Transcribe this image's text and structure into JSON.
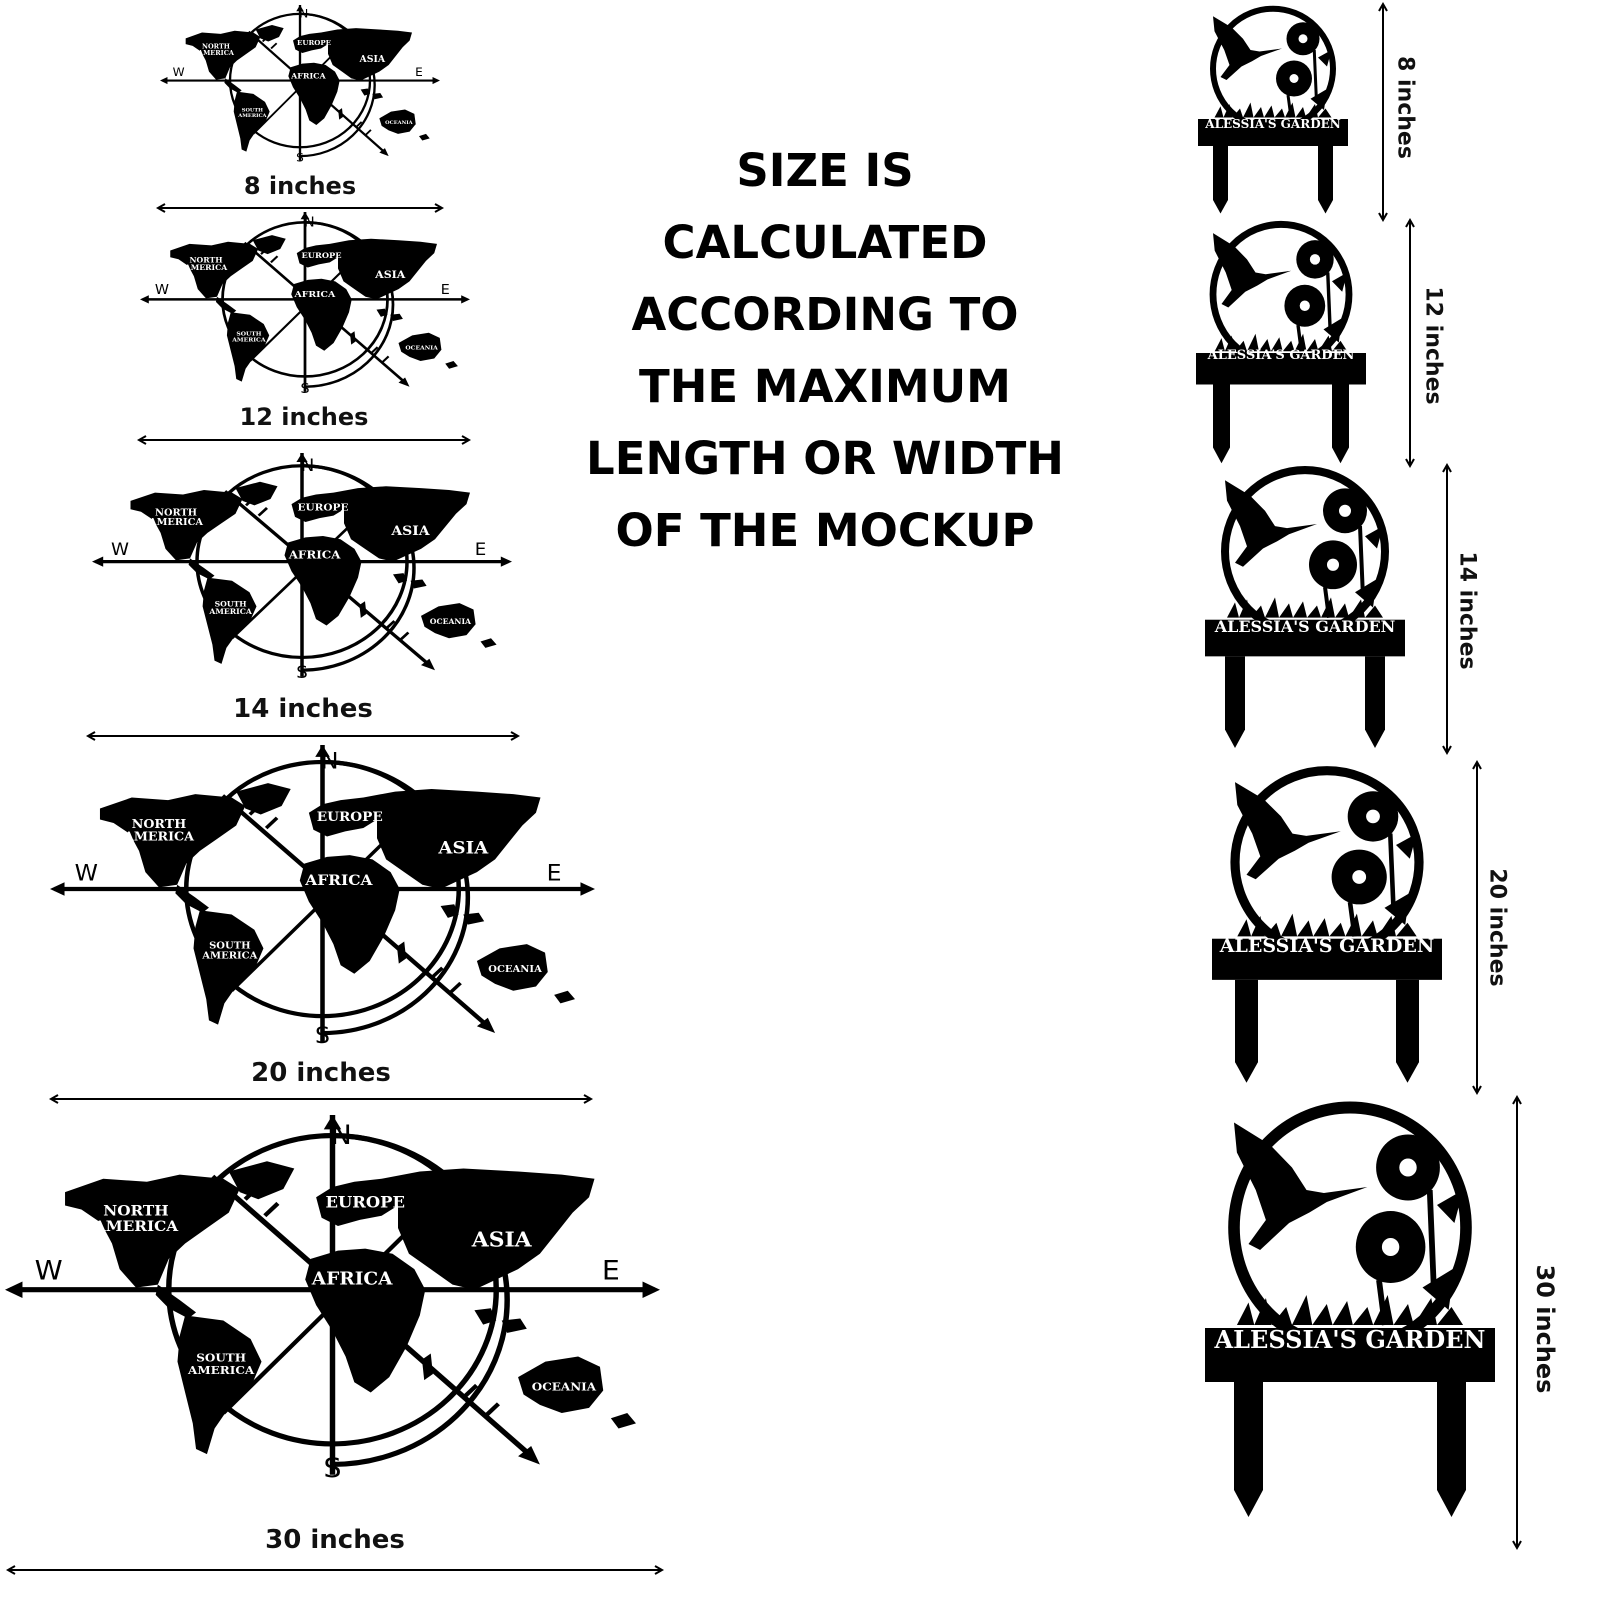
{
  "headline": {
    "lines": [
      "SIZE IS",
      "CALCULATED",
      "ACCORDING TO",
      "THE MAXIMUM",
      "LENGTH OR WIDTH",
      "OF THE MOCKUP"
    ]
  },
  "world_maps": {
    "compass": {
      "north": "N",
      "south": "S",
      "east": "E",
      "west": "W"
    },
    "continents": {
      "north_america": [
        "NORTH",
        "AMERICA"
      ],
      "south_america": [
        "SOUTH",
        "AMERICA"
      ],
      "europe": "EUROPE",
      "asia": "ASIA",
      "africa": "AFRICA",
      "oceania": "OCEANIA"
    },
    "sizes": [
      "8 inches",
      "12 inches",
      "14 inches",
      "20 inches",
      "30 inches"
    ]
  },
  "garden_signs": {
    "name_plate": "ALESSIA'S GARDEN",
    "sizes": [
      "8 inches",
      "12 inches",
      "14 inches",
      "20 inches",
      "30 inches"
    ]
  }
}
